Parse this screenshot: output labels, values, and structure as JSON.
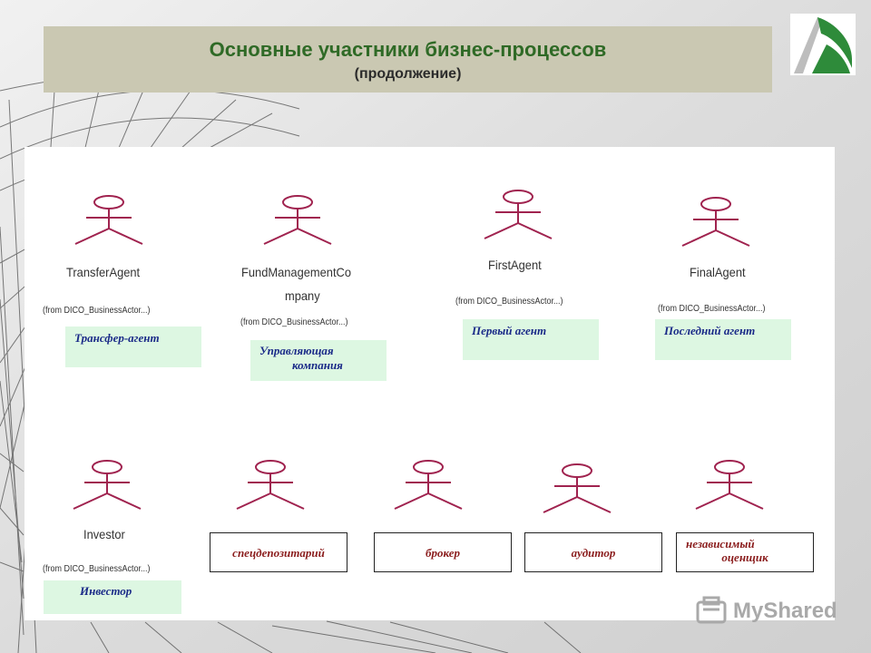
{
  "slide": {
    "title": "Основные участники бизнес-процессов",
    "subtitle": "(продолжение)"
  },
  "actors": [
    {
      "name": "TransferAgent",
      "from": "(from DICO_BusinessActor...)",
      "role": "Трансфер-агент"
    },
    {
      "name_line1": "FundManagementCo",
      "name_line2": "mpany",
      "from": "(from DICO_BusinessActor...)",
      "role_line1": "Управляющая",
      "role_line2": "компания"
    },
    {
      "name": "FirstAgent",
      "from": "(from DICO_BusinessActor...)",
      "role": "Первый агент"
    },
    {
      "name": "FinalAgent",
      "from": "(from DICO_BusinessActor...)",
      "role": "Последний агент"
    },
    {
      "name": "Investor",
      "from": "(from DICO_BusinessActor...)",
      "role": "Инвестор"
    }
  ],
  "other_roles": [
    {
      "label": "спецдепозитарий"
    },
    {
      "label": "брокер"
    },
    {
      "label": "аудитор"
    },
    {
      "label_line1": "независимый",
      "label_line2": "оценщик"
    }
  ],
  "watermark": {
    "text": "MyShared"
  },
  "colors": {
    "title_bar": "#cac8b2",
    "title_text": "#2f6a26",
    "actor_stroke": "#a0234f",
    "role_fill": "#ddf7e2",
    "role_text": "#1a2a88",
    "box_text": "#8a1c1c",
    "logo_green": "#2e8b3a"
  },
  "icons": [
    "actor-icon",
    "company-logo-icon",
    "myshared-logo-icon"
  ]
}
